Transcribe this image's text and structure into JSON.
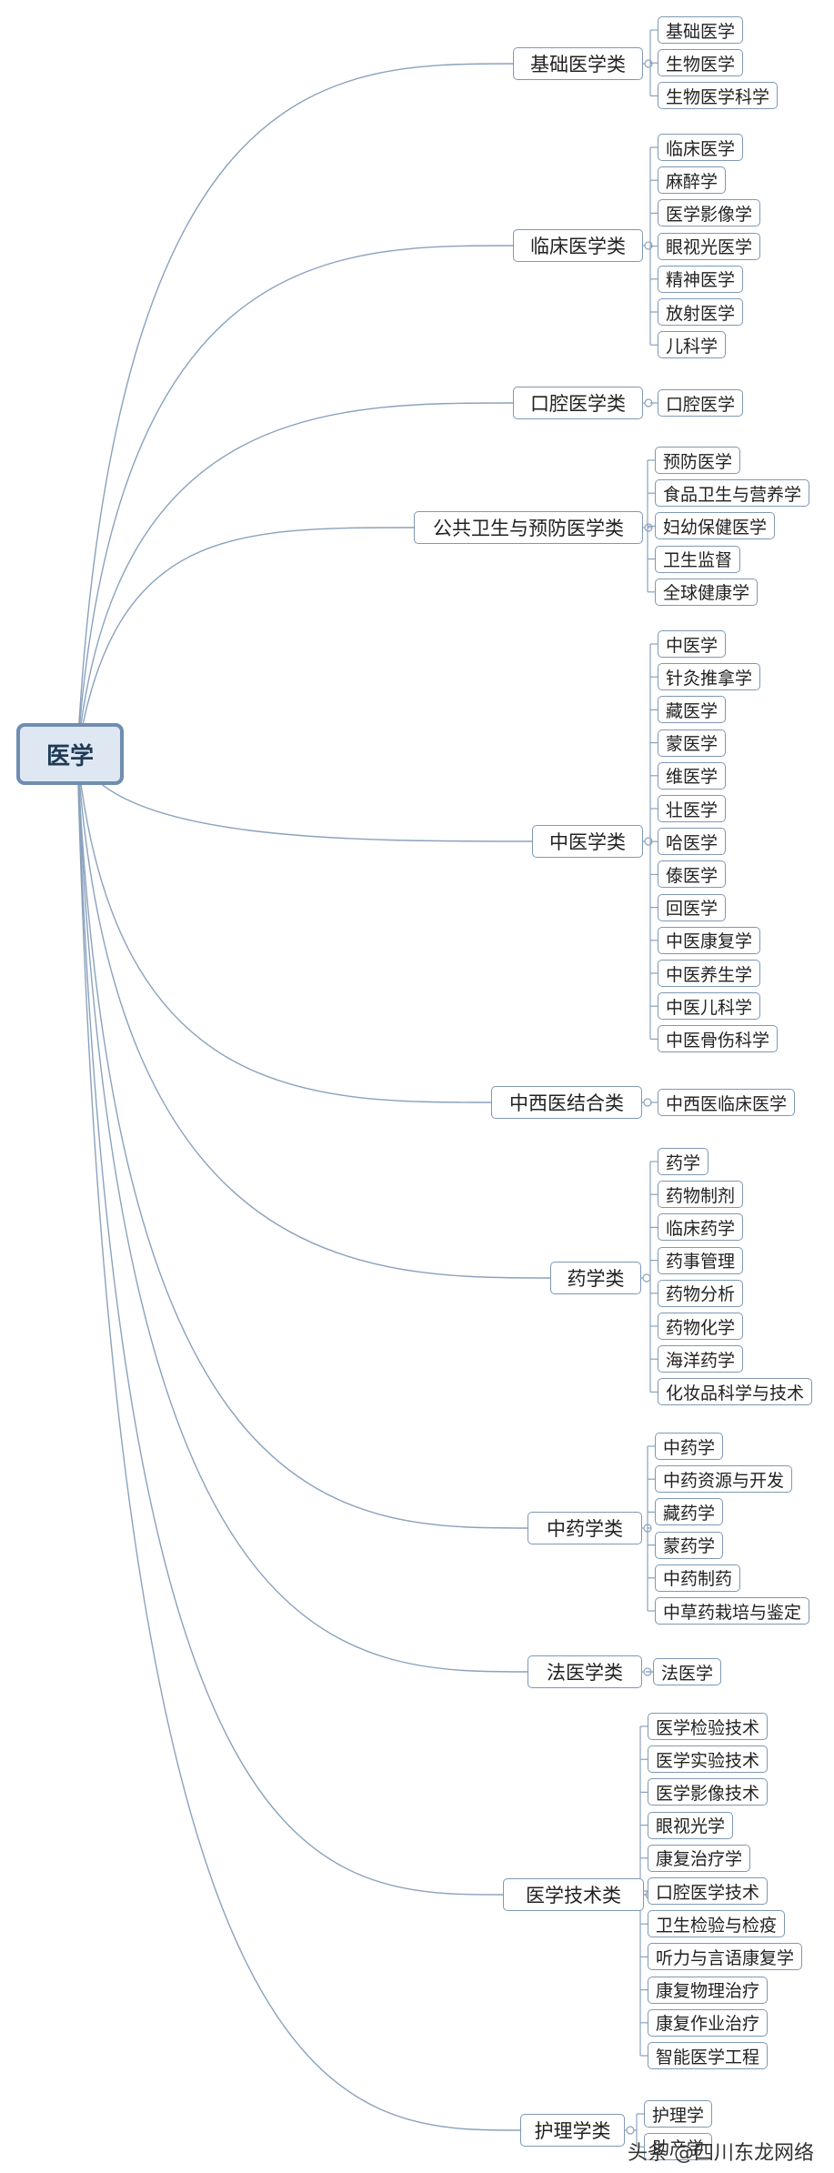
{
  "root": "医学",
  "categories": [
    {
      "label": "基础医学类",
      "children": [
        "基础医学",
        "生物医学",
        "生物医学科学"
      ]
    },
    {
      "label": "临床医学类",
      "children": [
        "临床医学",
        "麻醉学",
        "医学影像学",
        "眼视光医学",
        "精神医学",
        "放射医学",
        "儿科学"
      ]
    },
    {
      "label": "口腔医学类",
      "children": [
        "口腔医学"
      ]
    },
    {
      "label": "公共卫生与预防医学类",
      "children": [
        "预防医学",
        "食品卫生与营养学",
        "妇幼保健医学",
        "卫生监督",
        "全球健康学"
      ]
    },
    {
      "label": "中医学类",
      "children": [
        "中医学",
        "针灸推拿学",
        "藏医学",
        "蒙医学",
        "维医学",
        "壮医学",
        "哈医学",
        "傣医学",
        "回医学",
        "中医康复学",
        "中医养生学",
        "中医儿科学",
        "中医骨伤科学"
      ]
    },
    {
      "label": "中西医结合类",
      "children": [
        "中西医临床医学"
      ]
    },
    {
      "label": "药学类",
      "children": [
        "药学",
        "药物制剂",
        "临床药学",
        "药事管理",
        "药物分析",
        "药物化学",
        "海洋药学",
        "化妆品科学与技术"
      ]
    },
    {
      "label": "中药学类",
      "children": [
        "中药学",
        "中药资源与开发",
        "藏药学",
        "蒙药学",
        "中药制药",
        "中草药栽培与鉴定"
      ]
    },
    {
      "label": "法医学类",
      "children": [
        "法医学"
      ]
    },
    {
      "label": "医学技术类",
      "children": [
        "医学检验技术",
        "医学实验技术",
        "医学影像技术",
        "眼视光学",
        "康复治疗学",
        "口腔医学技术",
        "卫生检验与检疫",
        "听力与言语康复学",
        "康复物理治疗",
        "康复作业治疗",
        "智能医学工程"
      ]
    },
    {
      "label": "护理学类",
      "children": [
        "护理学",
        "助产学"
      ]
    }
  ],
  "watermark": "头条 @四川东龙网络",
  "colors": {
    "line": "#8aa2bd",
    "border": "#7f98b3",
    "root_fill": "#dfe8f2",
    "root_border": "#6f8db0"
  }
}
